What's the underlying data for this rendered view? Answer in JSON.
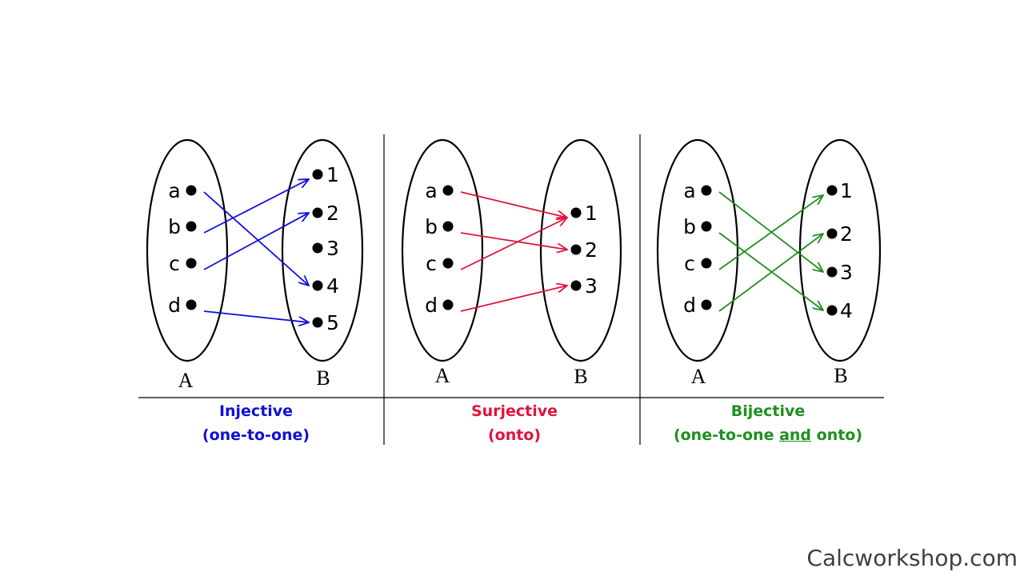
{
  "colors": {
    "injective": "#1010d8",
    "surjective": "#e0143c",
    "bijective": "#1f8f1f"
  },
  "panels": [
    {
      "id": "injective",
      "set_a_label": "A",
      "set_b_label": "B",
      "domain": [
        "a",
        "b",
        "c",
        "d"
      ],
      "codomain": [
        "1",
        "2",
        "3",
        "4",
        "5"
      ],
      "mapping": [
        [
          "a",
          "4"
        ],
        [
          "b",
          "1"
        ],
        [
          "c",
          "2"
        ],
        [
          "d",
          "5"
        ]
      ],
      "caption": {
        "title": "Injective",
        "subtitle": "(one-to-one)"
      }
    },
    {
      "id": "surjective",
      "set_a_label": "A",
      "set_b_label": "B",
      "domain": [
        "a",
        "b",
        "c",
        "d"
      ],
      "codomain": [
        "1",
        "2",
        "3"
      ],
      "mapping": [
        [
          "a",
          "1"
        ],
        [
          "b",
          "2"
        ],
        [
          "c",
          "1"
        ],
        [
          "d",
          "3"
        ]
      ],
      "caption": {
        "title": "Surjective",
        "subtitle": "(onto)"
      }
    },
    {
      "id": "bijective",
      "set_a_label": "A",
      "set_b_label": "B",
      "domain": [
        "a",
        "b",
        "c",
        "d"
      ],
      "codomain": [
        "1",
        "2",
        "3",
        "4"
      ],
      "mapping": [
        [
          "a",
          "3"
        ],
        [
          "b",
          "4"
        ],
        [
          "c",
          "1"
        ],
        [
          "d",
          "2"
        ]
      ],
      "caption": {
        "title": "Bijective",
        "subtitle_parts": [
          "(one-to-one ",
          "and",
          " onto)"
        ]
      }
    }
  ],
  "watermark": "Calcworkshop.com"
}
